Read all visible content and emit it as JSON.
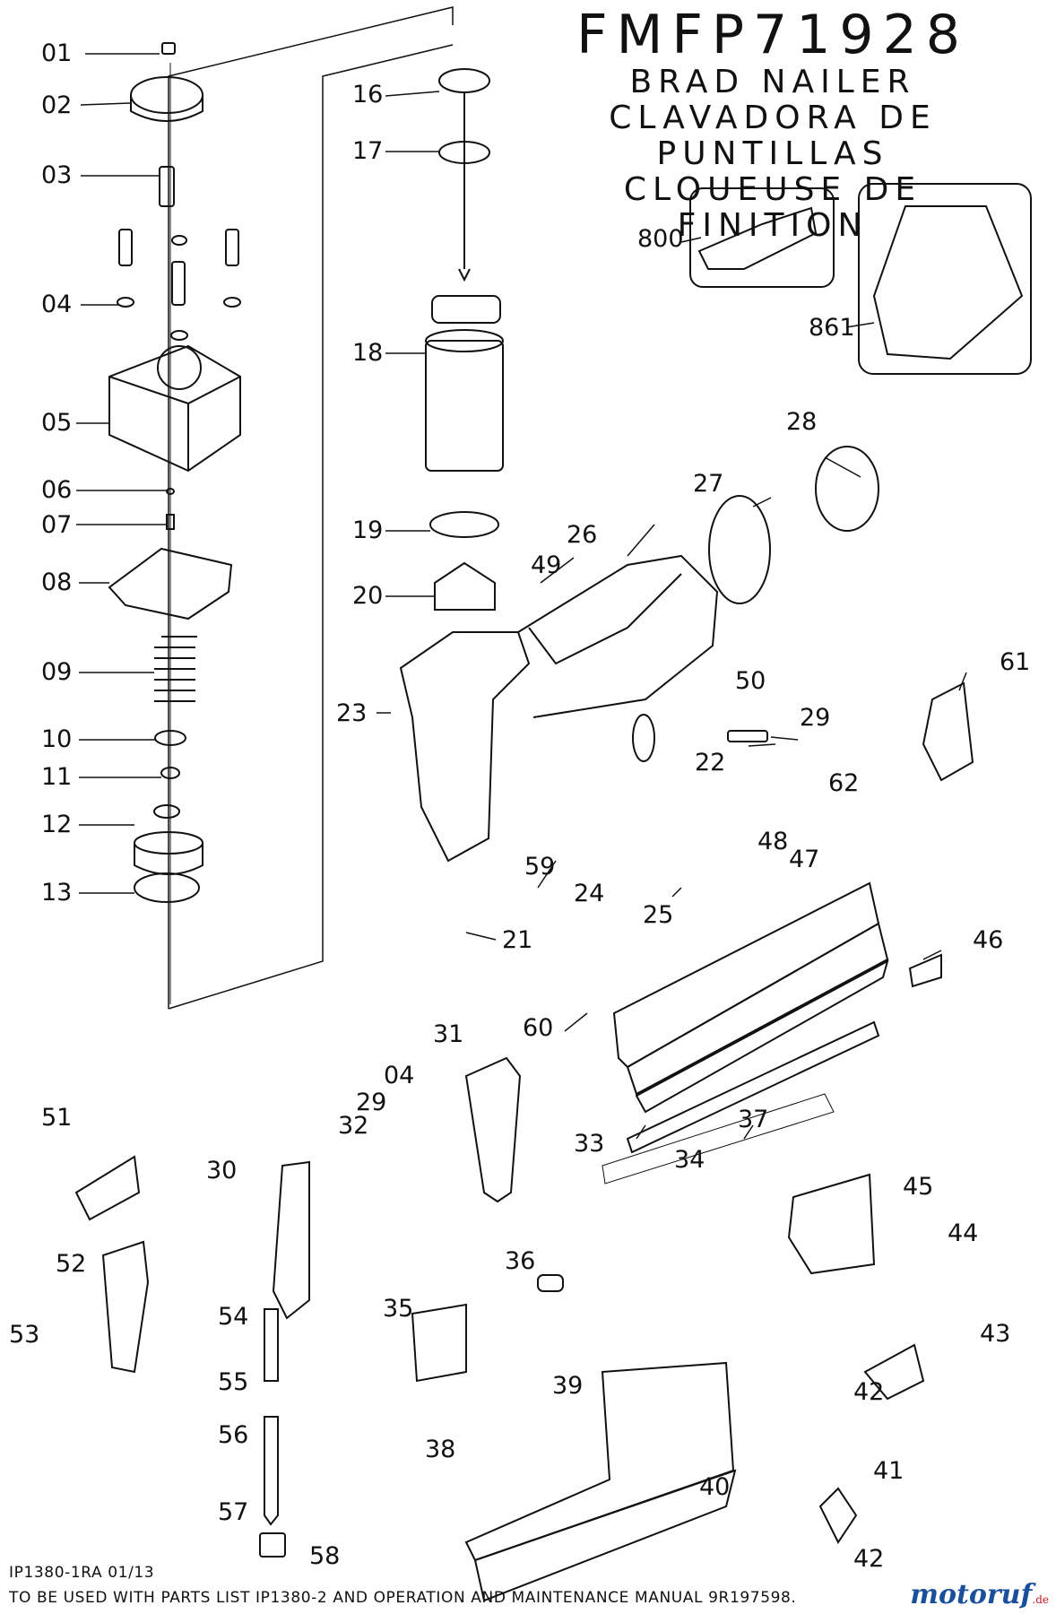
{
  "title": {
    "model": "FMFP71928",
    "line_en": "BRAD NAILER",
    "line_es": "CLAVADORA DE PUNTILLAS",
    "line_fr": "CLOUEUSE DE FINITION"
  },
  "parts": [
    "01",
    "02",
    "03",
    "04",
    "05",
    "06",
    "07",
    "08",
    "09",
    "10",
    "11",
    "12",
    "13",
    "16",
    "17",
    "18",
    "19",
    "20",
    "21",
    "22",
    "23",
    "24",
    "25",
    "26",
    "27",
    "28",
    "29",
    "800",
    "861",
    "49",
    "50",
    "59",
    "61",
    "62",
    "48",
    "47",
    "46",
    "60",
    "31",
    "04",
    "29",
    "32",
    "33",
    "34",
    "37",
    "51",
    "30",
    "52",
    "53",
    "54",
    "55",
    "56",
    "57",
    "58",
    "36",
    "35",
    "45",
    "44",
    "43",
    "39",
    "38",
    "40",
    "41",
    "42",
    "42"
  ],
  "footer": {
    "code": "IP1380-1RA   01/13",
    "note": "TO BE USED WITH PARTS LIST IP1380-2 AND OPERATION AND MAINTENANCE MANUAL 9R197598."
  },
  "watermark": {
    "brand": "motoruf",
    "tld": ".de"
  },
  "colors": {
    "ink": "#111111",
    "paper": "#ffffff",
    "watermark_blue": "#1a4f9c",
    "watermark_red": "#c8141e"
  }
}
